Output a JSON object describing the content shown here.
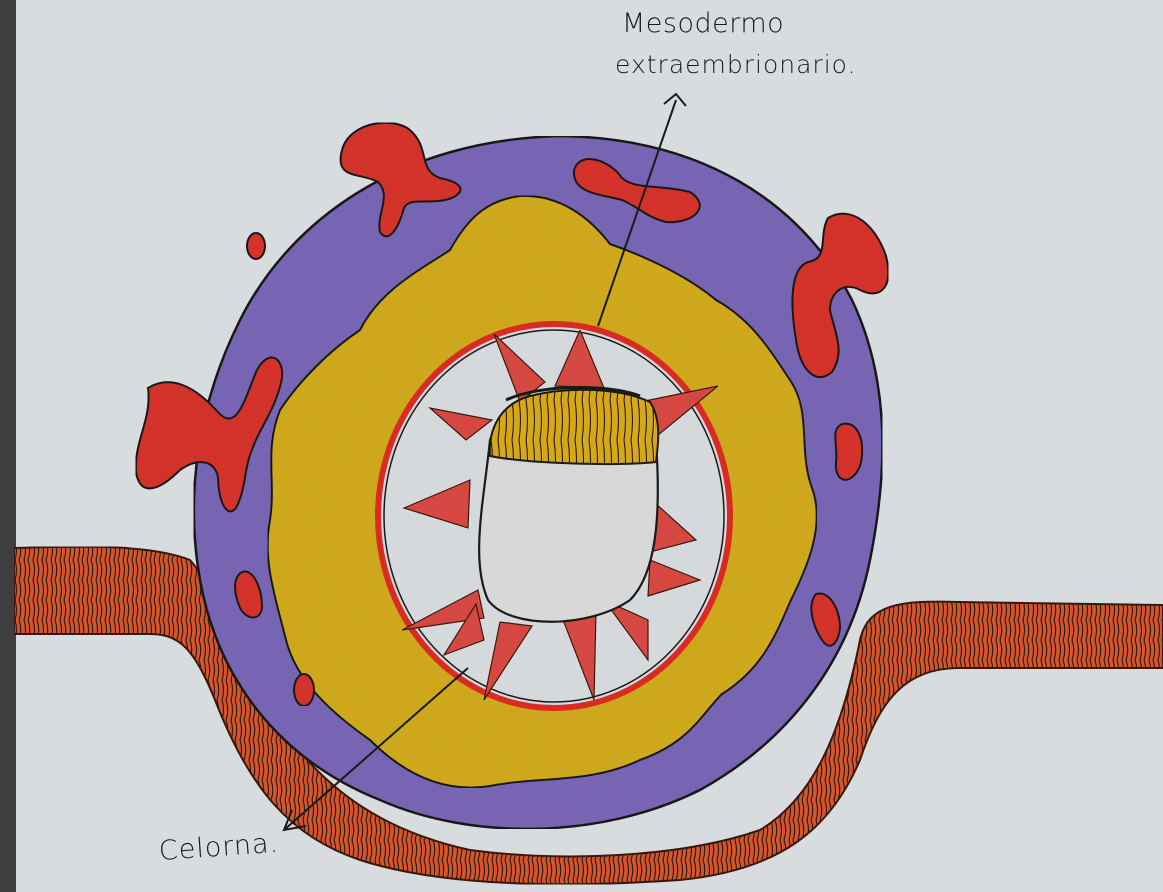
{
  "labels": {
    "top_line1": "Mesodermo",
    "top_line2": "extraembrionario.",
    "bottom": "Celorna."
  },
  "colors": {
    "paper": "#d9dcdf",
    "trophoblast_purple": "#7a68b8",
    "lacunae_red": "#d9332b",
    "mesoderm_yellow": "#d4ad1c",
    "coelom_outline": "#d92b22",
    "endometrium_orange": "#d9582e",
    "ink": "#1a1a1a"
  }
}
